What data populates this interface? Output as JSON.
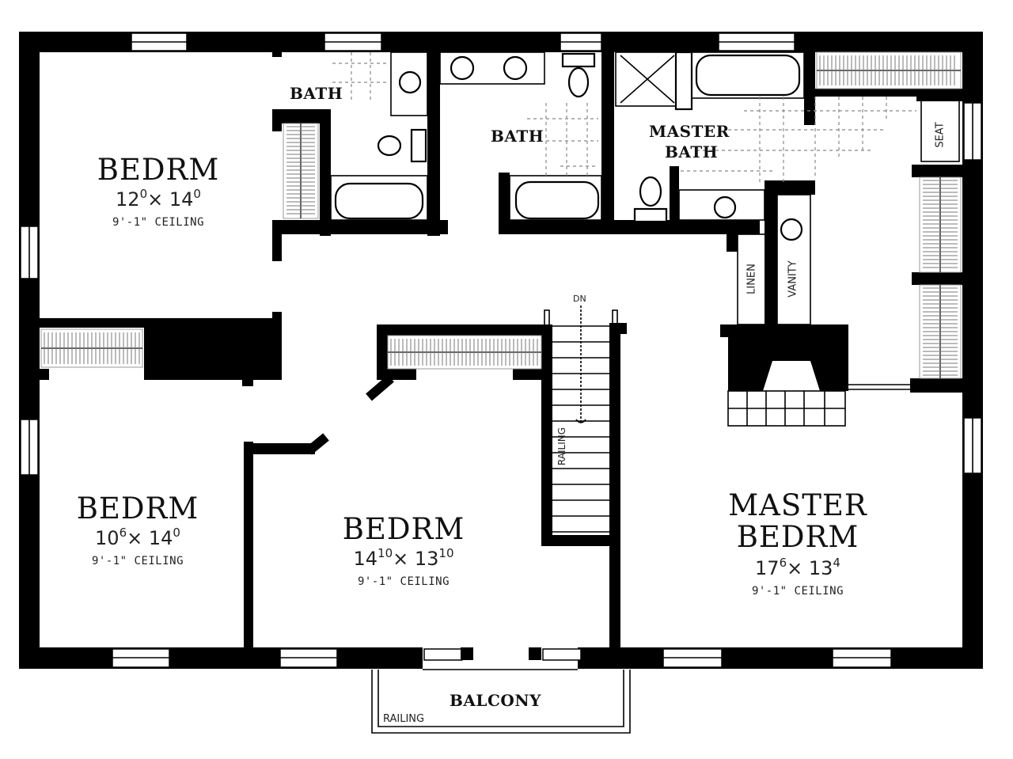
{
  "plan": {
    "rooms": [
      {
        "id": "bedrm-nw",
        "name": "BEDRM",
        "dim_a": "12",
        "dim_a_sup": "0",
        "dim_b": "14",
        "dim_b_sup": "0",
        "ceiling": "9'-1\" CEILING"
      },
      {
        "id": "bedrm-sw",
        "name": "BEDRM",
        "dim_a": "10",
        "dim_a_sup": "6",
        "dim_b": "14",
        "dim_b_sup": "0",
        "ceiling": "9'-1\" CEILING"
      },
      {
        "id": "bedrm-s",
        "name": "BEDRM",
        "dim_a": "14",
        "dim_a_sup": "10",
        "dim_b": "13",
        "dim_b_sup": "10",
        "ceiling": "9'-1\" CEILING"
      },
      {
        "id": "master-bedrm",
        "name_line1": "MASTER",
        "name_line2": "BEDRM",
        "dim_a": "17",
        "dim_a_sup": "6",
        "dim_b": "13",
        "dim_b_sup": "4",
        "ceiling": "9'-1\" CEILING"
      }
    ],
    "baths": [
      {
        "id": "bath-1",
        "name": "BATH"
      },
      {
        "id": "bath-2",
        "name": "BATH"
      },
      {
        "id": "master-bath",
        "name_line1": "MASTER",
        "name_line2": "BATH"
      }
    ],
    "labels": {
      "linen": "LINEN",
      "vanity": "VANITY",
      "seat": "SEAT",
      "stairs_dn": "DN",
      "stair_railing": "RAILING",
      "balcony": "BALCONY",
      "balcony_railing": "RAILING",
      "dim_separator": "×"
    }
  }
}
